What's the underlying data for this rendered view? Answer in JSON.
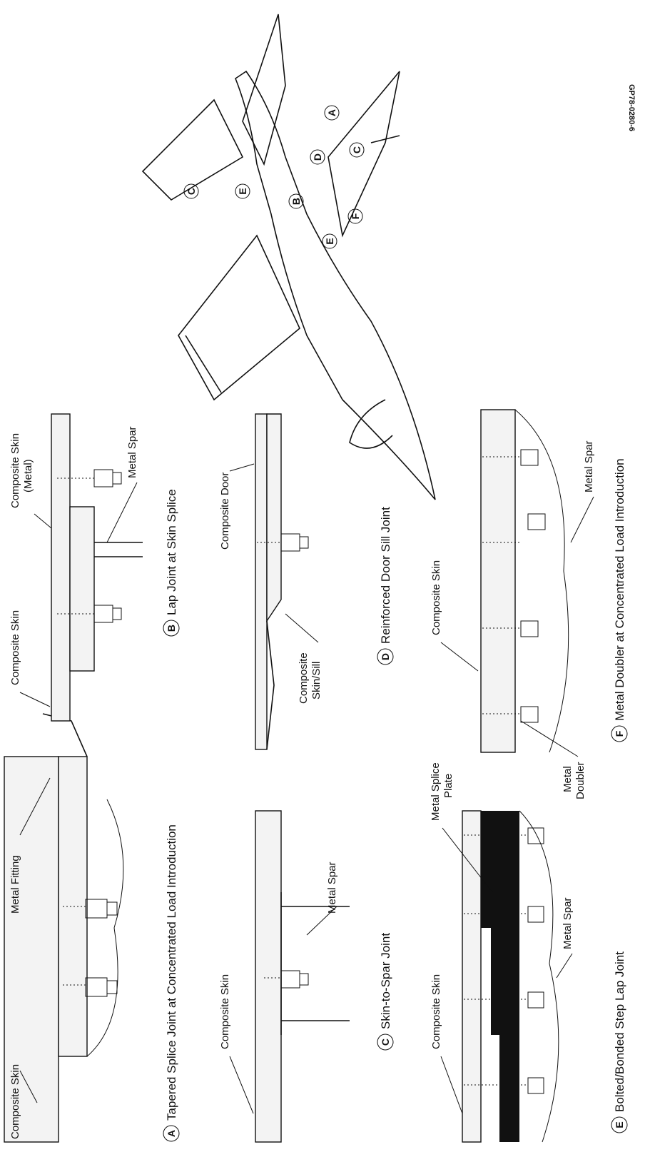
{
  "figure_id": "GP78-0280-6",
  "panels": {
    "A": {
      "letter": "A",
      "caption": "Tapered Splice Joint at Concentrated Load Introduction",
      "labels": {
        "skin": "Composite Skin",
        "fitting": "Metal Fitting"
      }
    },
    "B": {
      "letter": "B",
      "caption": "Lap Joint at Skin Splice",
      "labels": {
        "skin": "Composite Skin",
        "skin_metal_1": "Composite Skin",
        "skin_metal_2": "(Metal)",
        "spar": "Metal Spar"
      }
    },
    "C": {
      "letter": "C",
      "caption": "Skin-to-Spar Joint",
      "labels": {
        "skin": "Composite Skin",
        "spar": "Metal Spar"
      }
    },
    "D": {
      "letter": "D",
      "caption": "Reinforced Door Sill Joint",
      "labels": {
        "door": "Composite Door",
        "sill_1": "Composite",
        "sill_2": "Skin/Sill"
      }
    },
    "E": {
      "letter": "E",
      "caption": "Bolted/Bonded Step Lap Joint",
      "labels": {
        "skin": "Composite Skin",
        "plate_1": "Metal Splice",
        "plate_2": "Plate",
        "spar": "Metal Spar"
      }
    },
    "F": {
      "letter": "F",
      "caption": "Metal Doubler at Concentrated Load Introduction",
      "labels": {
        "skin": "Composite Skin",
        "doubler_1": "Metal",
        "doubler_2": "Doubler",
        "spar": "Metal Spar"
      }
    }
  },
  "aircraft_markers": [
    "A",
    "D",
    "C",
    "B",
    "C",
    "E",
    "E",
    "F"
  ]
}
